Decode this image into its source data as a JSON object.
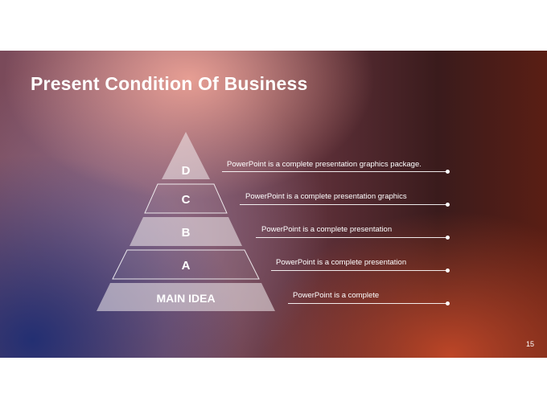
{
  "slide": {
    "title": "Present Condition Of Business",
    "page_number": "15"
  },
  "pyramid": {
    "tiers": [
      {
        "label": "D",
        "description": "PowerPoint is a complete presentation graphics package."
      },
      {
        "label": "C",
        "description": "PowerPoint is a complete presentation graphics"
      },
      {
        "label": "B",
        "description": "PowerPoint is a complete presentation"
      },
      {
        "label": "A",
        "description": "PowerPoint is a complete presentation"
      },
      {
        "label": "MAIN IDEA",
        "description": "PowerPoint is a complete"
      }
    ]
  },
  "colors": {
    "tier_fill": "#f2ecef",
    "text": "#ffffff"
  }
}
